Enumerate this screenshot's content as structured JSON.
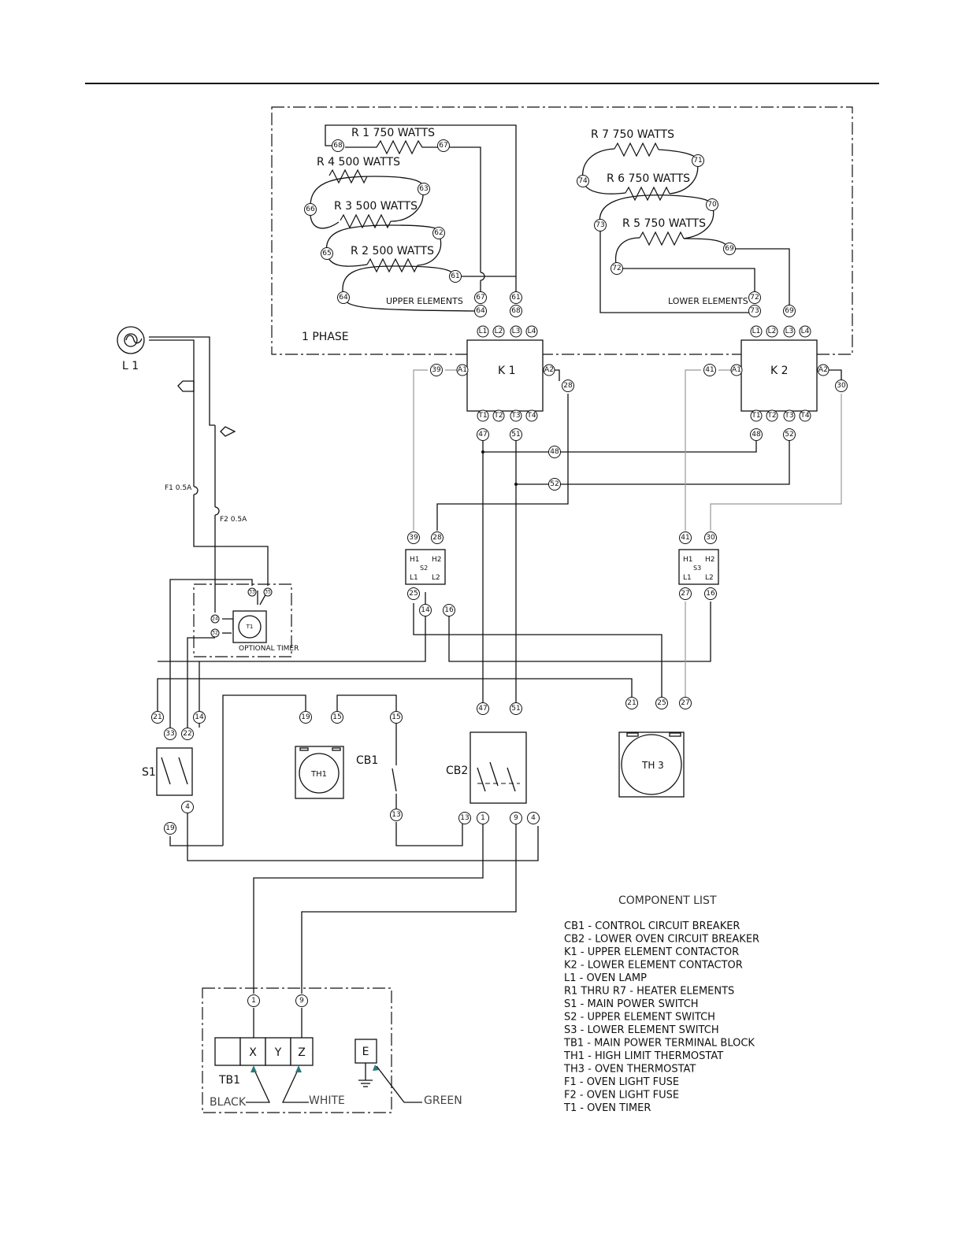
{
  "heater_labels": {
    "r1": "R 1  750 WATTS",
    "r4": "R 4  500 WATTS",
    "r3": "R 3  500 WATTS",
    "r2": "R 2  500 WATTS",
    "r7": "R 7  750 WATTS",
    "r6": "R 6  750 WATTS",
    "r5": "R 5  750 WATTS"
  },
  "group_labels": {
    "upper": "UPPER ELEMENTS",
    "lower": "LOWER ELEMENTS",
    "phase": "1 PHASE",
    "timer": "OPTIONAL TIMER"
  },
  "components": {
    "k1": "K 1",
    "k2": "K 2",
    "l1": "L 1",
    "f1": "F1 0.5A",
    "f2": "F2 0.5A",
    "s1": "S1",
    "s2": "S2",
    "s3": "S3",
    "t1": "T1",
    "th1": "TH1",
    "th3": "TH 3",
    "cb1": "CB1",
    "cb2": "CB2",
    "tb1": "TB1",
    "x": "X",
    "y": "Y",
    "z": "Z",
    "e": "E"
  },
  "pins": {
    "l1": "L1",
    "l2": "L2",
    "l3": "L3",
    "l4": "L4",
    "t1": "T1",
    "t2": "T2",
    "t3": "T3",
    "t4": "T4",
    "a1": "A1",
    "a2": "A2",
    "h1": "H1",
    "h2": "H2"
  },
  "wire_colors": {
    "black": "BLACK",
    "white": "WHITE",
    "green": "GREEN"
  },
  "component_list": {
    "title": "COMPONENT LIST",
    "items": [
      "CB1 - CONTROL CIRCUIT BREAKER",
      "CB2 - LOWER OVEN CIRCUIT BREAKER",
      "K1 - UPPER ELEMENT CONTACTOR",
      "K2 - LOWER ELEMENT CONTACTOR",
      "L1 - OVEN LAMP",
      "R1 THRU R7 - HEATER ELEMENTS",
      "S1 - MAIN POWER SWITCH",
      "S2 - UPPER ELEMENT SWITCH",
      "S3 - LOWER ELEMENT SWITCH",
      "TB1 - MAIN POWER TERMINAL BLOCK",
      "TH1 - HIGH LIMIT THERMOSTAT",
      "TH3 - OVEN THERMOSTAT",
      "F1 - OVEN LIGHT FUSE",
      "F2 - OVEN LIGHT FUSE",
      "T1 - OVEN TIMER"
    ]
  }
}
